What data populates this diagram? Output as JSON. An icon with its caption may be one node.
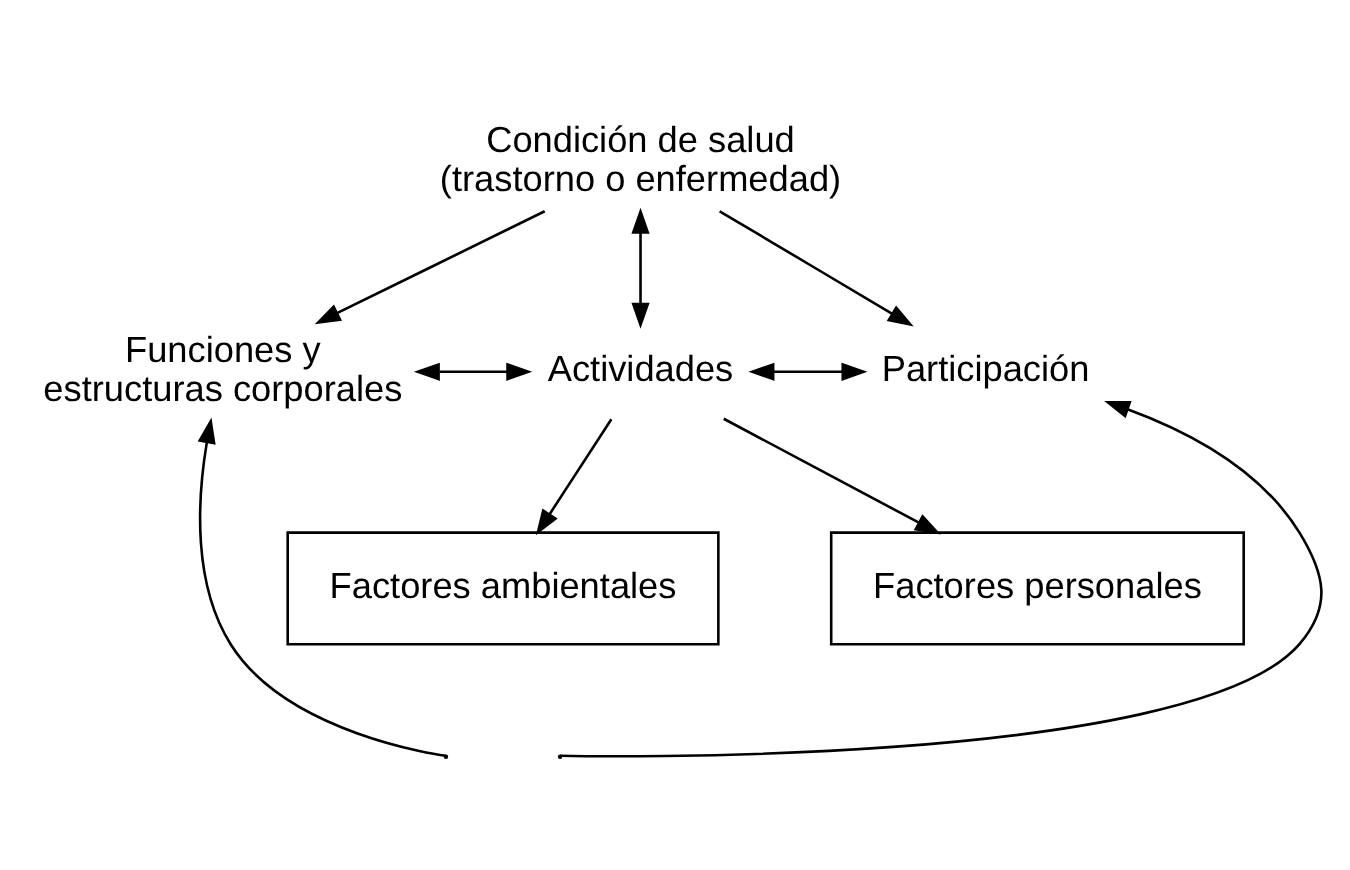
{
  "diagram": {
    "nodes": [
      {
        "text": [
          "Condición de salud (trastorno o enfermedad)"
        ]
      },
      {
        "text": [
          "Funciones y estructuras corporales"
        ]
      },
      {
        "text": [
          "Actividades"
        ]
      },
      {
        "text": [
          "Participación"
        ]
      },
      {
        "text": [
          "Factores ambientales"
        ]
      },
      {
        "text": [
          "Factores personales"
        ]
      }
    ],
    "edges": [
      {
        "from": 0,
        "to": 1,
        "arrow": "to"
      },
      {
        "from": 0,
        "to": 3,
        "arrow": "to"
      },
      {
        "from": 0,
        "to": 2,
        "arrow": "both"
      },
      {
        "from": 1,
        "to": 2,
        "arrow": "both"
      },
      {
        "from": 2,
        "to": 3,
        "arrow": "both"
      },
      {
        "from": 2,
        "to": 4,
        "arrow": "to"
      },
      {
        "from": 2,
        "to": 5,
        "arrow": "to"
      },
      {
        "from": null,
        "to": 1,
        "arrow": "to"
      },
      {
        "from": null,
        "to": 3,
        "arrow": "to"
      }
    ]
  }
}
